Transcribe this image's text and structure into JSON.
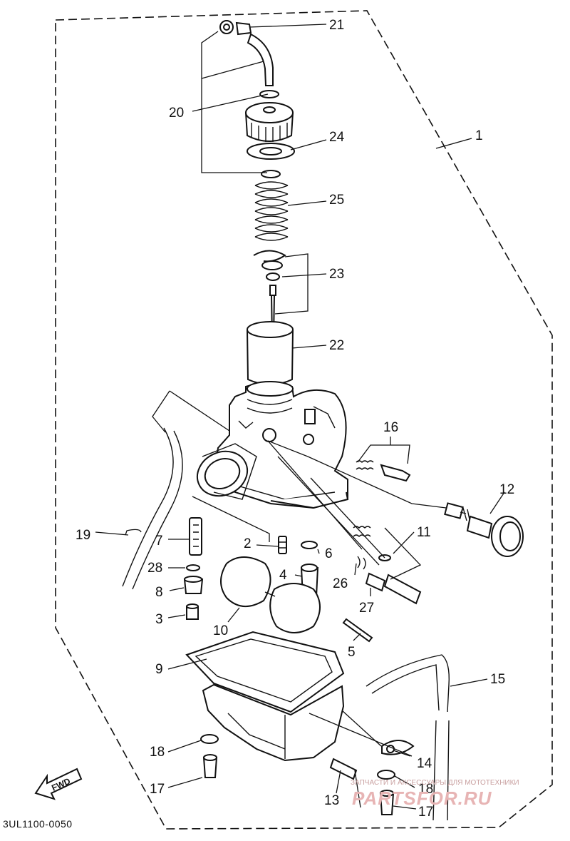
{
  "diagram": {
    "drawing_code": "3UL1100-0050",
    "fwd_label": "FWD",
    "callouts": {
      "p1": "1",
      "p2": "2",
      "p3": "3",
      "p4": "4",
      "p5": "5",
      "p6": "6",
      "p7": "7",
      "p8": "8",
      "p9": "9",
      "p10": "10",
      "p11": "11",
      "p12": "12",
      "p13": "13",
      "p14": "14",
      "p15": "15",
      "p16": "16",
      "p17a": "17",
      "p17b": "17",
      "p18a": "18",
      "p18b": "18",
      "p19": "19",
      "p20": "20",
      "p21": "21",
      "p22": "22",
      "p23": "23",
      "p24": "24",
      "p25": "25",
      "p26": "26",
      "p27": "27",
      "p28": "28"
    }
  },
  "watermark": {
    "subtitle": "ЗАПЧАСТИ И АКСЕССУАРЫ ДЛЯ МОТОТЕХНИКИ",
    "site": "PARTSFOR.RU",
    "color": "#e7b4b4"
  }
}
